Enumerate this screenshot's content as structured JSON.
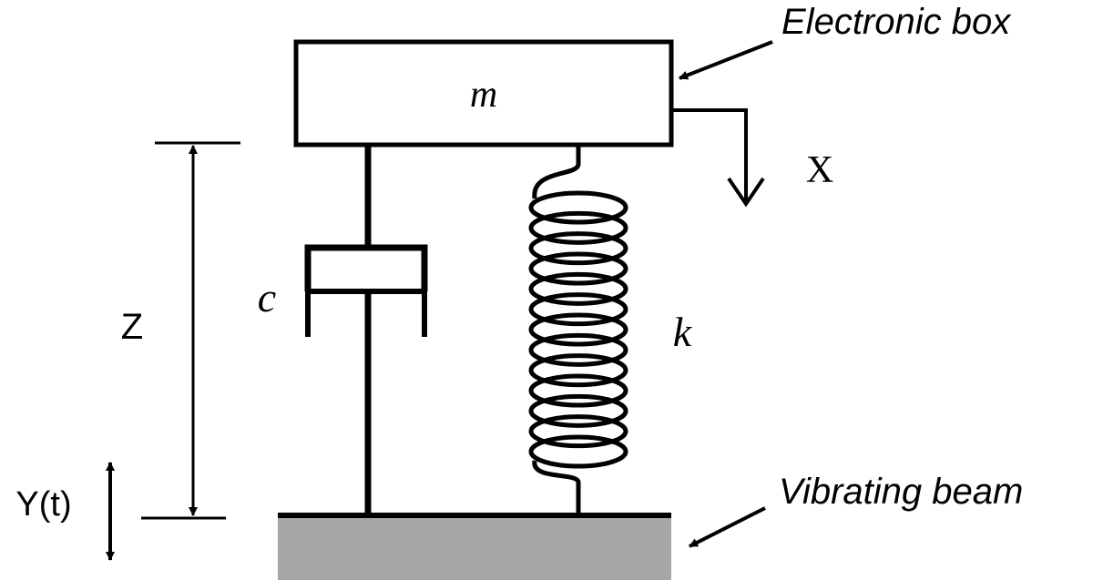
{
  "labels": {
    "mass": "m",
    "damper": "c",
    "spring": "k",
    "displacement_x": "X",
    "relative_z": "Z",
    "base_y": "Y(t)",
    "electronic_box": "Electronic box",
    "vibrating_beam": "Vibrating beam"
  },
  "colors": {
    "stroke": "#000000",
    "beam_fill": "#a6a6a6",
    "background": "#ffffff"
  }
}
